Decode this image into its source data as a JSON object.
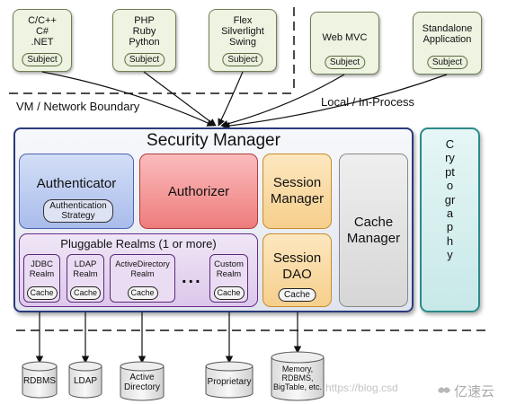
{
  "clients": [
    {
      "lines": "C/C++\nC#\n.NET",
      "subject": "Subject"
    },
    {
      "lines": "PHP\nRuby\nPython",
      "subject": "Subject"
    },
    {
      "lines": "Flex\nSilverlight\nSwing",
      "subject": "Subject"
    },
    {
      "lines": "Web MVC",
      "subject": "Subject"
    },
    {
      "lines": "Standalone\nApplication",
      "subject": "Subject"
    }
  ],
  "boundary_labels": {
    "vm": "VM / Network Boundary",
    "local": "Local / In-Process"
  },
  "security_manager": {
    "title": "Security Manager",
    "authenticator": {
      "label": "Authenticator",
      "strategy": "Authentication\nStrategy"
    },
    "authorizer": "Authorizer",
    "session_manager": "Session\nManager",
    "cache_manager": "Cache\nManager",
    "session_dao": {
      "label": "Session\nDAO",
      "cache": "Cache"
    },
    "pluggable_realms": {
      "title": "Pluggable Realms (1 or more)",
      "realms": [
        {
          "name": "JDBC\nRealm",
          "cache": "Cache"
        },
        {
          "name": "LDAP\nRealm",
          "cache": "Cache"
        },
        {
          "name": "ActiveDirectory\nRealm",
          "cache": "Cache"
        },
        {
          "name": "Custom\nRealm",
          "cache": "Cache"
        }
      ],
      "ellipsis": "..."
    }
  },
  "cryptography": "Cryptography",
  "datastores": [
    "RDBMS",
    "LDAP",
    "Active\nDirectory",
    "Proprietary",
    "Memory,\nRDBMS,\nBigTable, etc."
  ],
  "watermark": {
    "url": "https://blog.csd",
    "brand": "亿速云"
  },
  "colors": {
    "authenticator": "#b9c9ee",
    "authorizer": "#f08a8a",
    "session": "#f8d8a0",
    "cache_manager": "#e4e4e4",
    "realms": "#e6d6f0",
    "crypto": "#d8f0f0",
    "manager_border": "#2a3a7a"
  }
}
